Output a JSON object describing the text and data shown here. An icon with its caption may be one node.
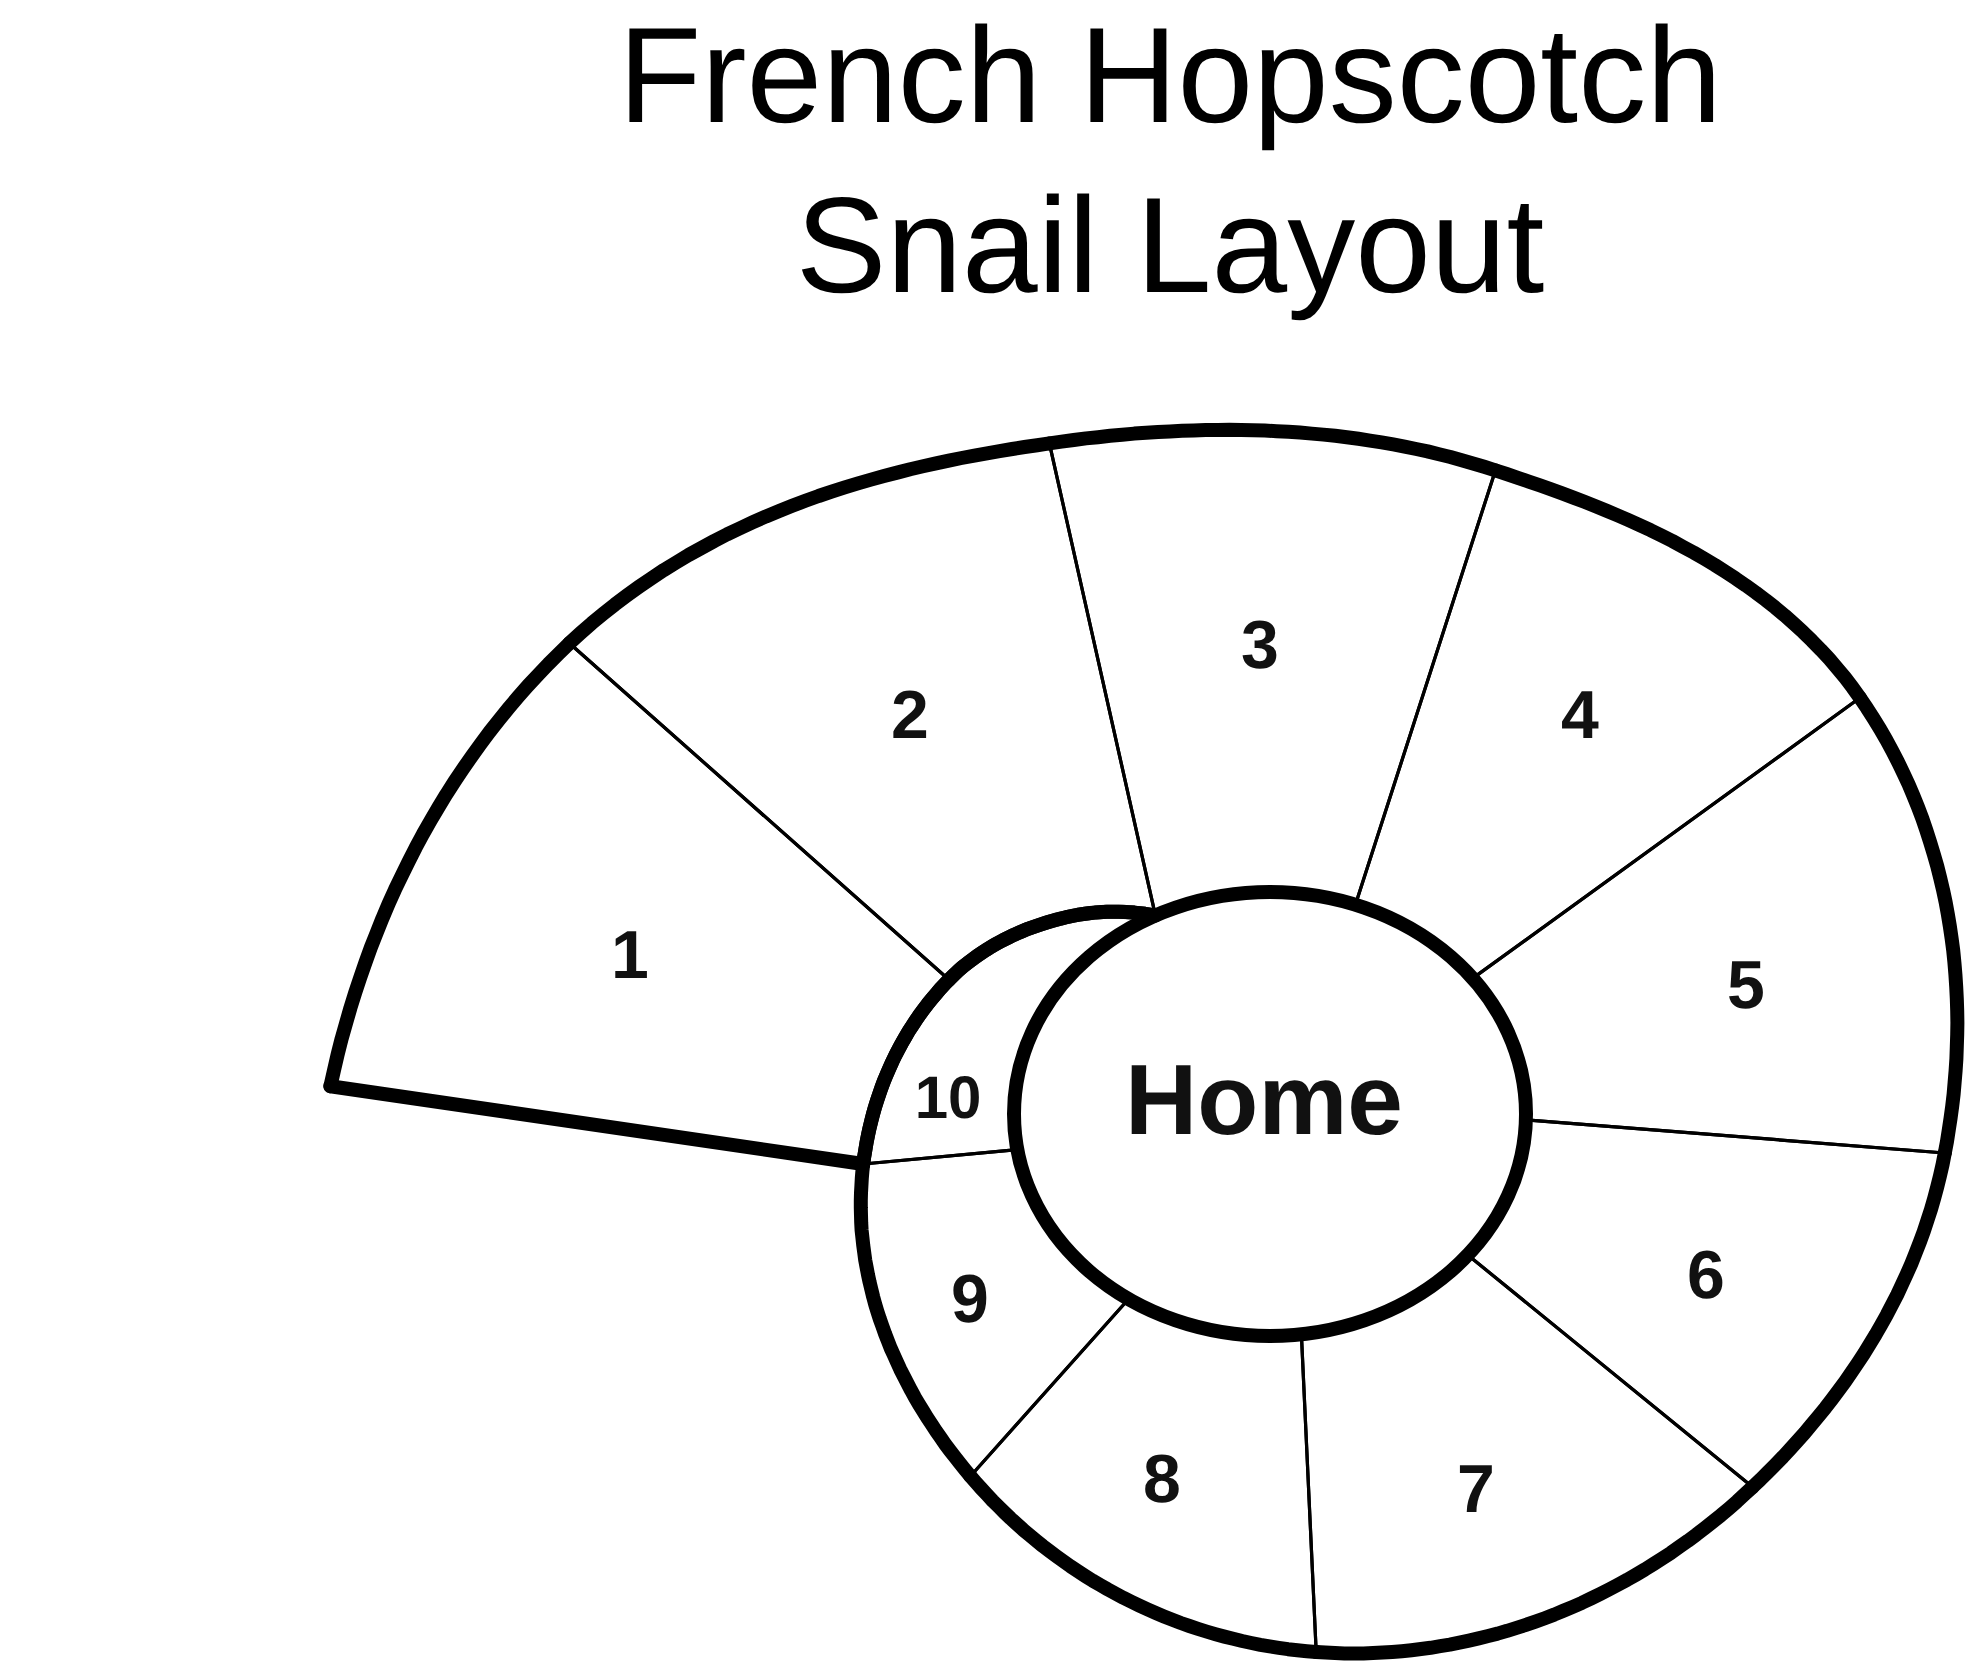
{
  "diagram": {
    "title": "French Hopscotch Snail Layout",
    "nodes": [
      {
        "text": [
          "1"
        ]
      },
      {
        "text": [
          "2"
        ]
      },
      {
        "text": [
          "3"
        ]
      },
      {
        "text": [
          "4"
        ]
      },
      {
        "text": [
          "5"
        ]
      },
      {
        "text": [
          "6"
        ]
      },
      {
        "text": [
          "7"
        ]
      },
      {
        "text": [
          "8"
        ]
      },
      {
        "text": [
          "9"
        ]
      },
      {
        "text": [
          "10"
        ]
      },
      {
        "text": [
          "Home"
        ]
      }
    ]
  }
}
